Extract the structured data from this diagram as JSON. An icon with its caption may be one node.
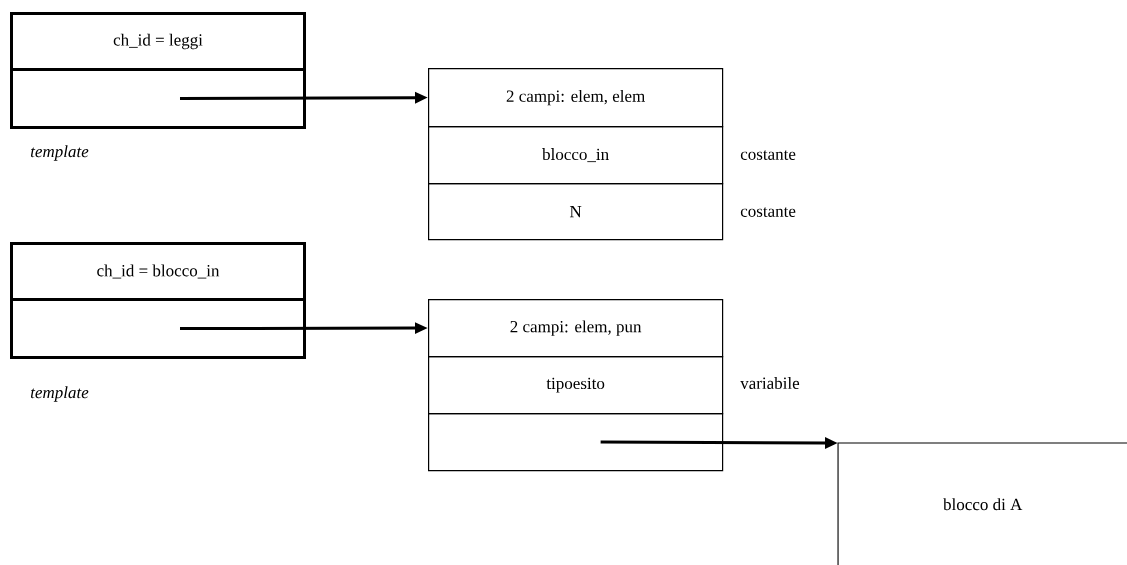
{
  "diagram": {
    "nodes": [
      {
        "text": [
          "ch_id = leggi"
        ]
      },
      {
        "text": [],
        "shape": "box",
        "beside": [
          "template"
        ]
      },
      {
        "text": [
          "2 campi: elem, elem"
        ]
      },
      {
        "text": [
          "blocco_in"
        ],
        "beside": [
          "costante"
        ]
      },
      {
        "text": [
          "N"
        ],
        "beside": [
          "costante"
        ]
      },
      {
        "text": [
          "ch_id = blocco_in"
        ]
      },
      {
        "text": [],
        "shape": "box",
        "beside": [
          "template"
        ]
      },
      {
        "text": [
          "2 campi: elem, pun"
        ]
      },
      {
        "text": [
          "tipoesito"
        ],
        "beside": [
          "variabile"
        ]
      },
      {
        "text": [],
        "shape": "box"
      },
      {
        "text": [
          "blocco di A"
        ]
      }
    ],
    "edges": [
      {
        "from": 1,
        "to": 2,
        "arrow": "to"
      },
      {
        "from": 6,
        "to": 7,
        "arrow": "to"
      },
      {
        "from": 9,
        "to": 10,
        "arrow": "to"
      }
    ]
  }
}
